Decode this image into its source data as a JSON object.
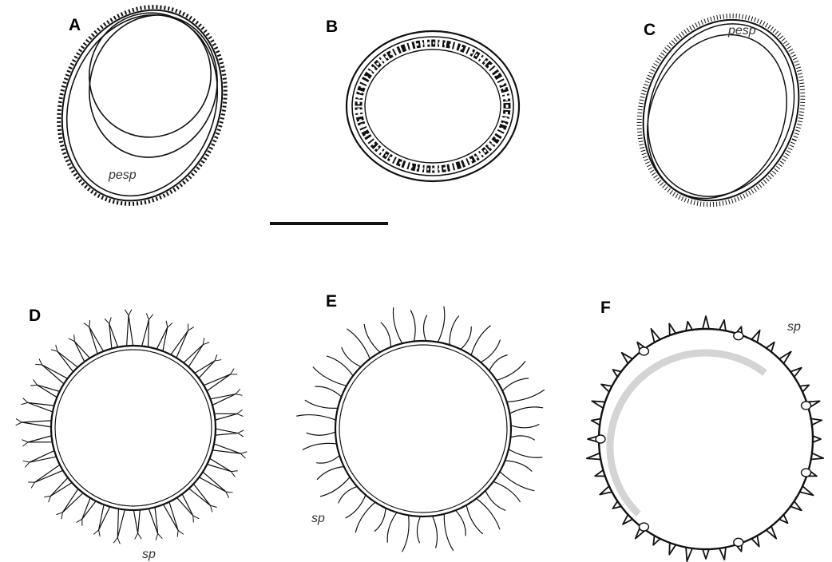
{
  "figure": {
    "panels": [
      {
        "letter": "A",
        "annotation": "pesp"
      },
      {
        "letter": "B"
      },
      {
        "letter": "C",
        "annotation": "pesp"
      },
      {
        "letter": "D",
        "annotation": "sp"
      },
      {
        "letter": "E",
        "annotation": "sp"
      },
      {
        "letter": "F",
        "annotation": "sp"
      }
    ],
    "scale_bar": {
      "shown": true
    },
    "colors": {
      "ink": "#111111",
      "background": "#ffffff",
      "shadow": "#d4d4d4"
    }
  }
}
